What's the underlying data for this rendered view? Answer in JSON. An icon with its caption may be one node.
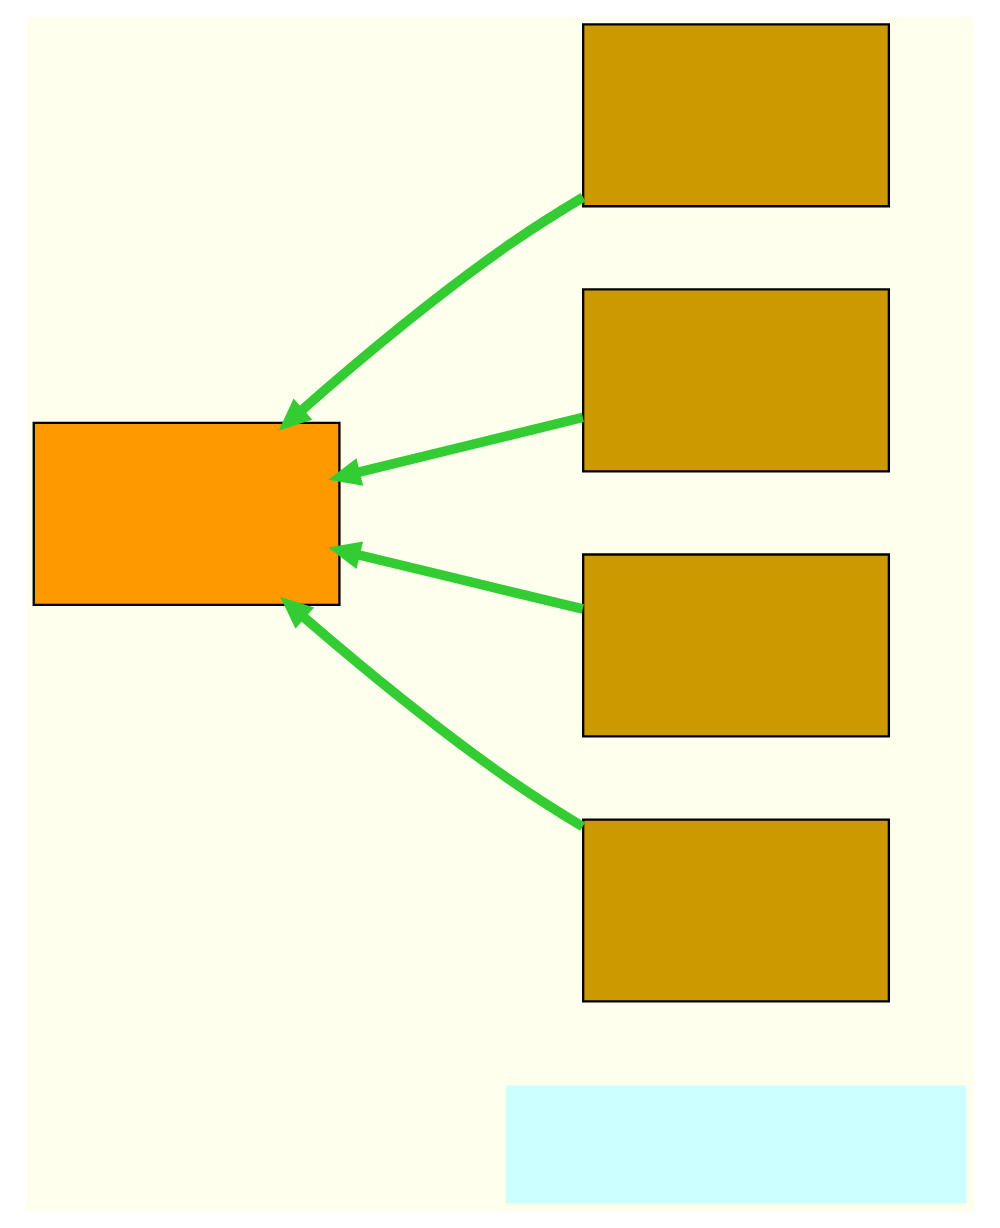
{
  "diagram": {
    "nodes": [
      {
        "text": [],
        "shape": "box"
      },
      {
        "text": [],
        "shape": "box"
      },
      {
        "text": [],
        "shape": "box"
      },
      {
        "text": [],
        "shape": "box"
      },
      {
        "text": [],
        "shape": "box"
      },
      {
        "text": [],
        "shape": "box"
      }
    ],
    "edges": [
      {
        "from": 1,
        "to": 3,
        "arrow": "to"
      },
      {
        "from": 2,
        "to": 3,
        "arrow": "to"
      },
      {
        "from": 4,
        "to": 3,
        "arrow": "to"
      },
      {
        "from": 5,
        "to": 3,
        "arrow": "to"
      }
    ]
  }
}
